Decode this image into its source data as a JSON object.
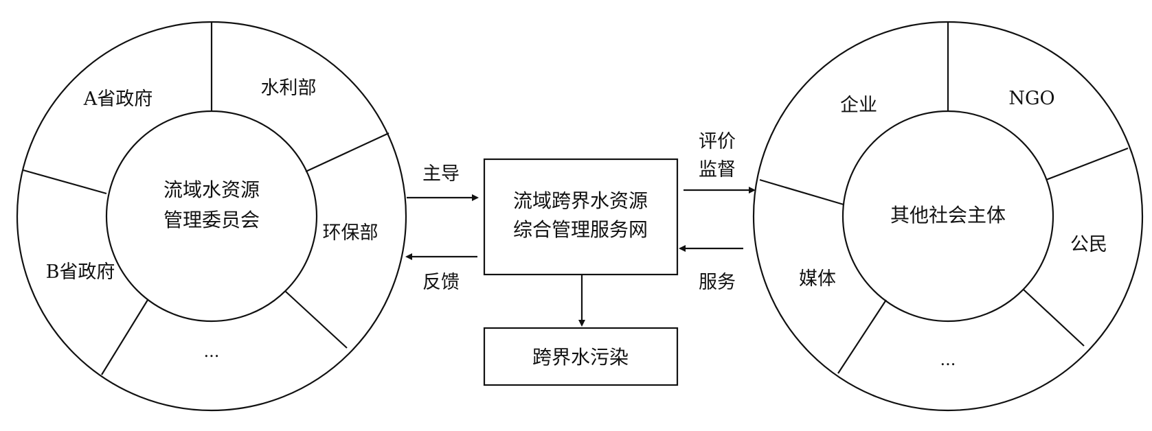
{
  "left_ring": {
    "center_line1": "流域水资源",
    "center_line2": "管理委员会",
    "segments": [
      "A省政府",
      "水利部",
      "环保部",
      "...",
      "B省政府"
    ]
  },
  "right_ring": {
    "center": "其他社会主体",
    "segments": [
      "企业",
      "NGO",
      "公民",
      "...",
      "媒体"
    ]
  },
  "center_box": {
    "line1": "流域跨界水资源",
    "line2": "综合管理服务网"
  },
  "bottom_box": {
    "label": "跨界水污染"
  },
  "arrows": {
    "lead": "主导",
    "feedback": "反馈",
    "evaluate": "评价",
    "supervise": "监督",
    "service": "服务"
  },
  "colors": {
    "stroke": "#111111",
    "background": "#ffffff"
  }
}
